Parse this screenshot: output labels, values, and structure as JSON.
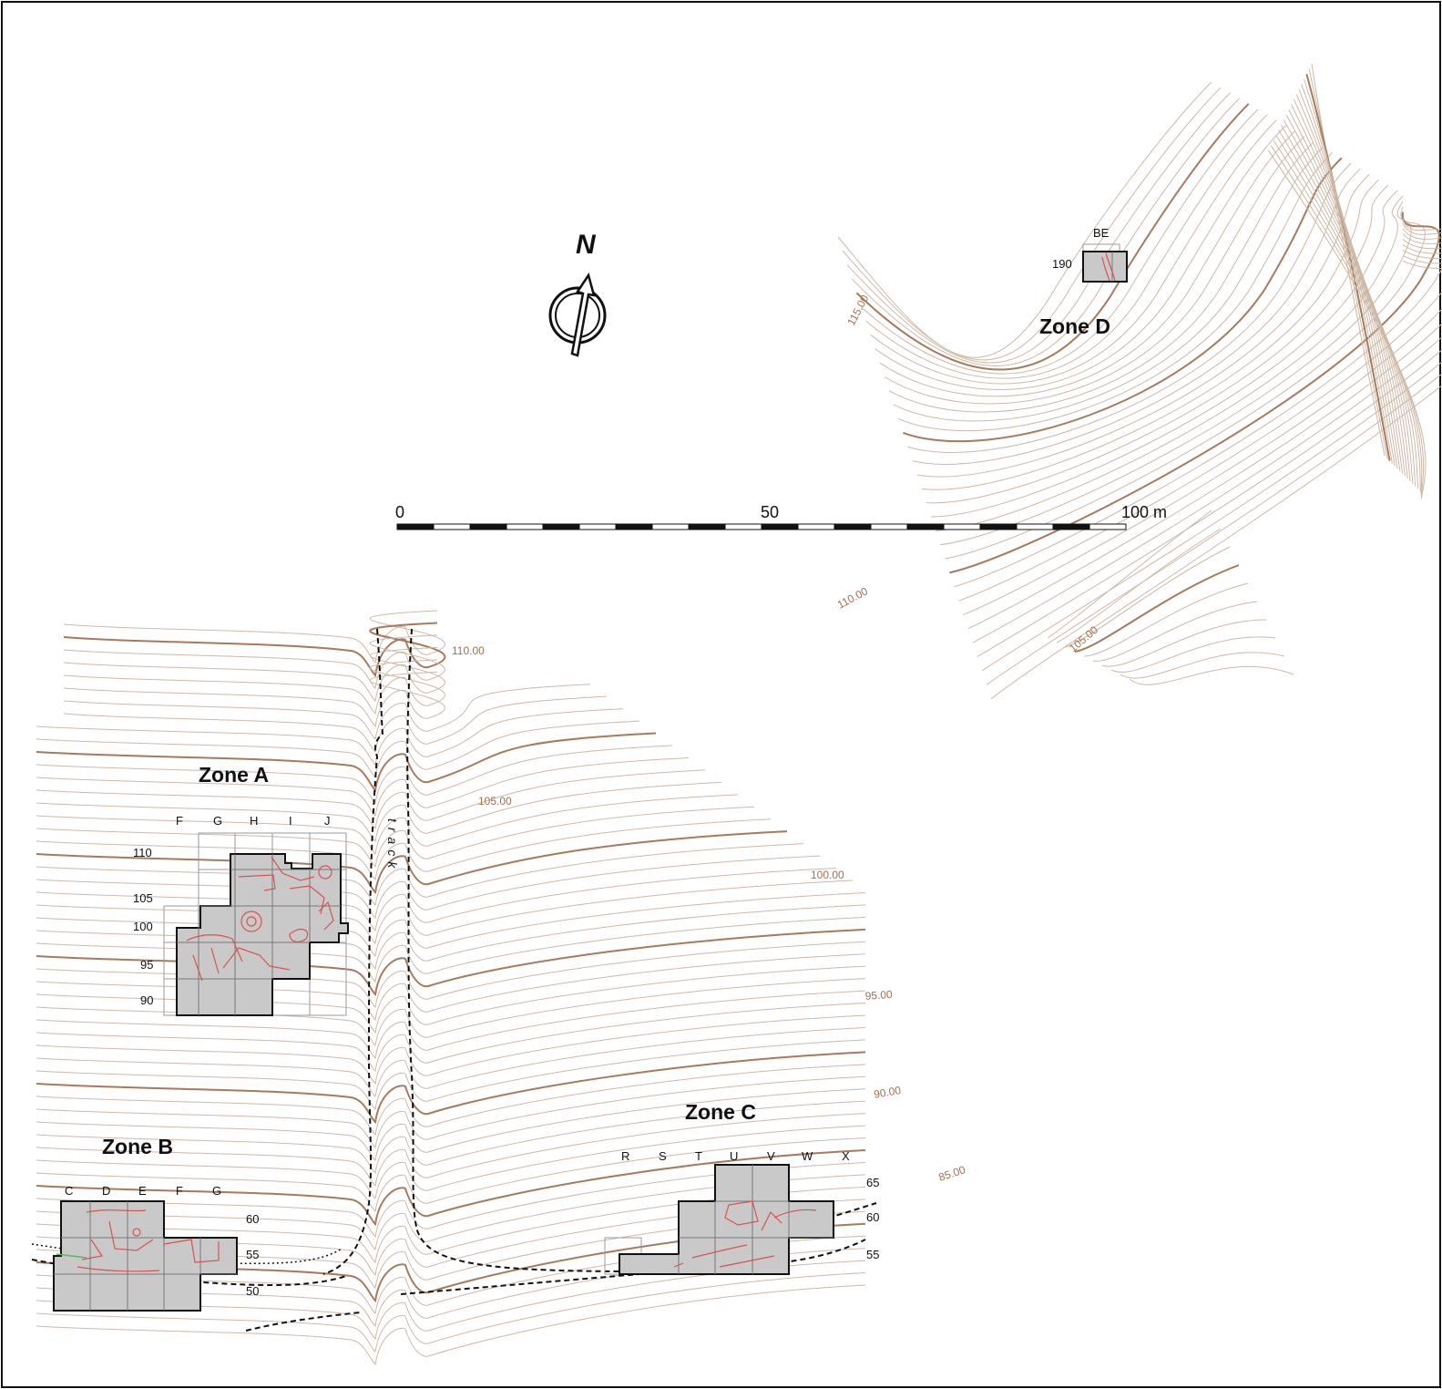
{
  "north": {
    "label": "N"
  },
  "scale_bar": {
    "labels": [
      "0",
      "50",
      "100 m"
    ]
  },
  "track_label": "track",
  "zones": {
    "a": {
      "title": "Zone A",
      "columns": [
        "F",
        "G",
        "H",
        "I",
        "J"
      ],
      "rows": [
        "110",
        "105",
        "100",
        "95",
        "90"
      ]
    },
    "b": {
      "title": "Zone B",
      "columns": [
        "C",
        "D",
        "E",
        "F",
        "G"
      ],
      "rows": [
        "60",
        "55",
        "50"
      ]
    },
    "c": {
      "title": "Zone C",
      "columns": [
        "R",
        "S",
        "T",
        "U",
        "V",
        "W",
        "X"
      ],
      "rows": [
        "65",
        "60",
        "55"
      ]
    },
    "d": {
      "title": "Zone D",
      "columns": [
        "BE"
      ],
      "rows": [
        "190"
      ]
    }
  },
  "contour_labels": [
    "115.00",
    "110.00",
    "105.00",
    "110.00",
    "105.00",
    "100.00",
    "95.00",
    "90.00",
    "85.00"
  ],
  "colors": {
    "contour_major": "#a77a5b",
    "contour_minor": "#cdb8a6",
    "trench_fill": "#c9c9c9",
    "feature": "#d9534f"
  }
}
